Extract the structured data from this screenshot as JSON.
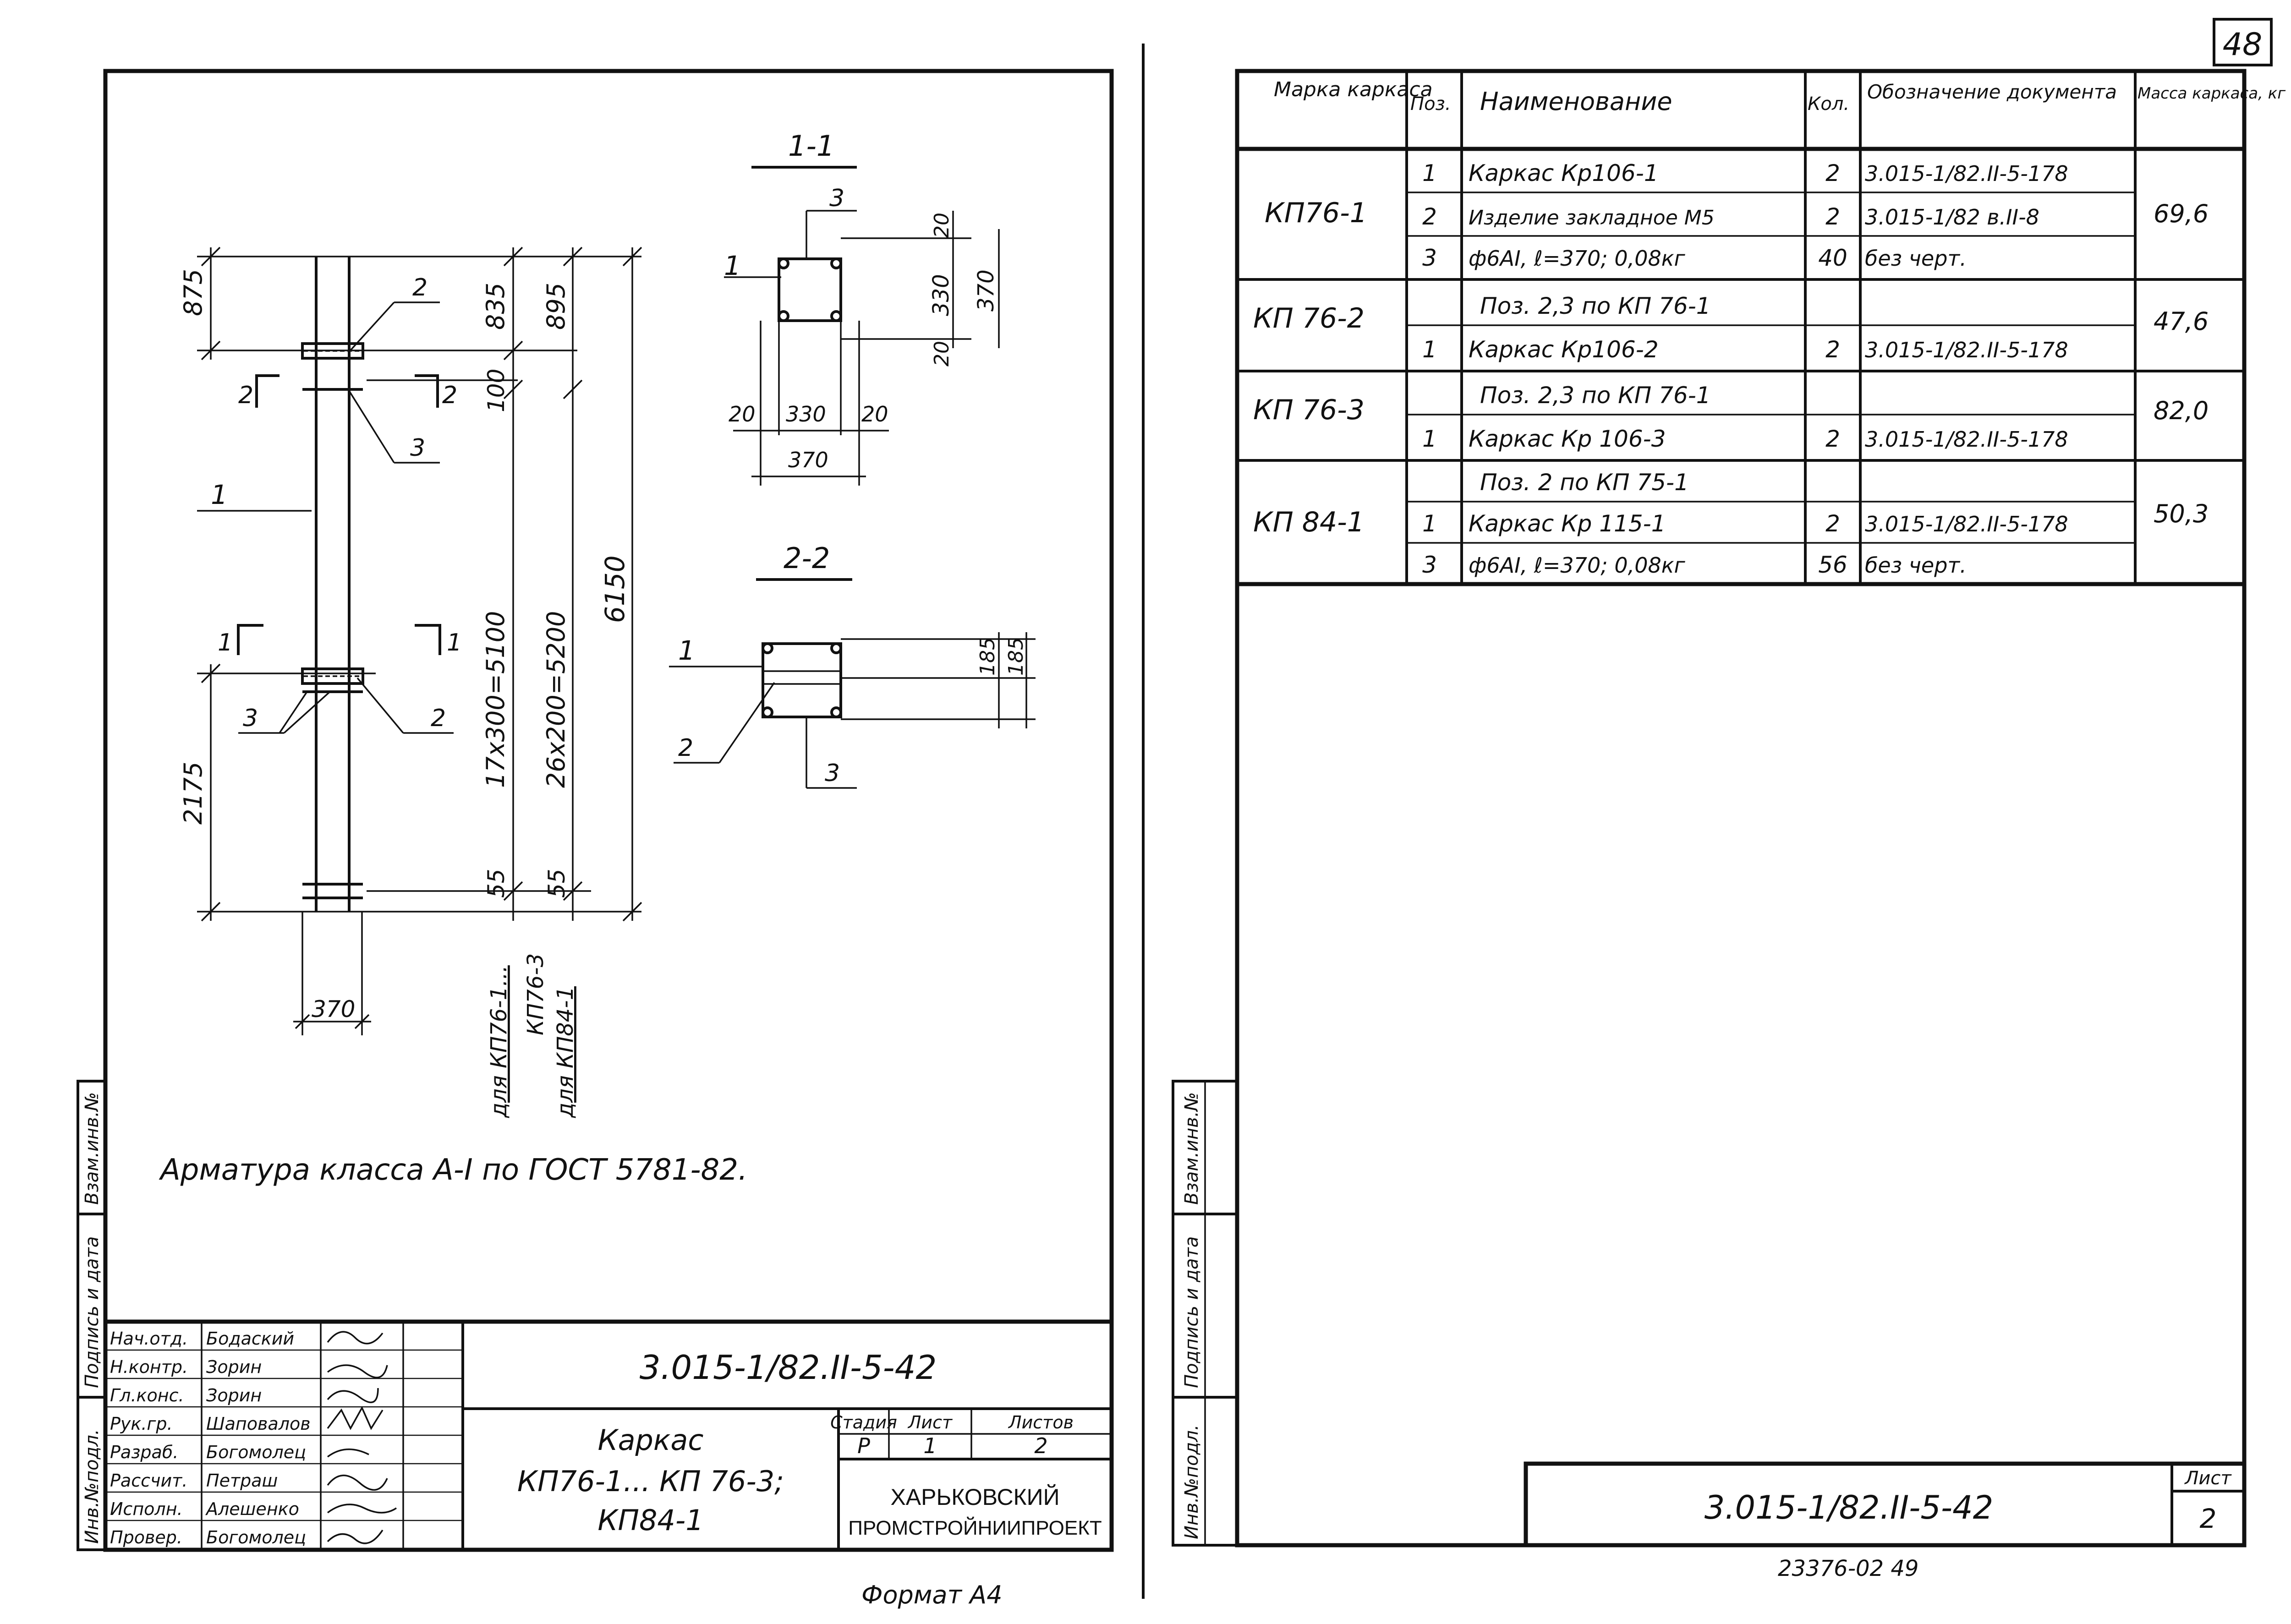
{
  "page_number_top": "48",
  "left_sheet": {
    "section_1_label": "1-1",
    "section_2_label": "2-2",
    "elevation": {
      "dims_left": [
        "875",
        "2175"
      ],
      "dims_right_1": [
        "835",
        "100",
        "17x300=5100",
        "55"
      ],
      "dims_right_2": [
        "895",
        "26x200=5200",
        "55"
      ],
      "dim_total": "6150",
      "dim_bottom": "370",
      "callouts": [
        "2",
        "2",
        "3",
        "1",
        "3",
        "2"
      ],
      "section_marks": [
        "2",
        "2",
        "1",
        "1"
      ],
      "variant_labels": [
        "для КП76-1...",
        "КП76-3",
        "для КП84-1"
      ]
    },
    "section_1": {
      "dims_top": [
        "3",
        "20"
      ],
      "dims_right": [
        "330",
        "370",
        "20"
      ],
      "dims_bottom": [
        "20",
        "330",
        "20",
        "370"
      ],
      "callout": "1"
    },
    "section_2": {
      "dims_right": [
        "185",
        "185"
      ],
      "callouts": [
        "1",
        "2",
        "3"
      ]
    },
    "note": "Арматура класса А-I по ГОСТ 5781-82.",
    "side_stamp": [
      "Инв.№подл.",
      "Подпись и дата",
      "Взам.инв.№"
    ],
    "title_block": {
      "roles": [
        "Нач.отд.",
        "Н.контр.",
        "Гл.конс.",
        "Рук.гр.",
        "Разраб.",
        "Рассчит.",
        "Исполн.",
        "Провер."
      ],
      "names": [
        "Бодаский",
        "Зорин",
        "Зорин",
        "Шаповалов",
        "Богомолец",
        "Петраш",
        "Алешенко",
        "Богомолец"
      ],
      "designation": "3.015-1/82.II-5-42",
      "title_line1": "Каркас",
      "title_line2": "КП76-1... КП 76-3;",
      "title_line3": "КП84-1",
      "hdr_stage": "Стадия",
      "hdr_sheet": "Лист",
      "hdr_sheets": "Листов",
      "val_stage": "Р",
      "val_sheet": "1",
      "val_sheets": "2",
      "org_line1": "ХАРЬКОВСКИЙ",
      "org_line2": "ПРОМСТРОЙНИИПРОЕКТ"
    },
    "format_note": "Формат А4"
  },
  "right_sheet": {
    "table": {
      "headers": [
        "Марка каркаса",
        "Поз.",
        "Наименование",
        "Кол.",
        "Обозначение документа",
        "Масса каркаса, кг"
      ],
      "groups": [
        {
          "mark": "КП76-1",
          "mass": "69,6",
          "rows": [
            {
              "pos": "1",
              "name": "Каркас     Кр106-1",
              "qty": "2",
              "doc": "3.015-1/82.II-5-178"
            },
            {
              "pos": "2",
              "name": "Изделие закладное М5",
              "qty": "2",
              "doc": "3.015-1/82 в.II-8"
            },
            {
              "pos": "3",
              "name": "ф6АI, ℓ=370; 0,08кг",
              "qty": "40",
              "doc": "без черт."
            }
          ]
        },
        {
          "mark": "КП 76-2",
          "mass": "47,6",
          "rows": [
            {
              "pos": "",
              "name": "Поз. 2,3 по КП 76-1",
              "qty": "",
              "doc": ""
            },
            {
              "pos": "1",
              "name": "Каркас     Кр106-2",
              "qty": "2",
              "doc": "3.015-1/82.II-5-178"
            }
          ]
        },
        {
          "mark": "КП 76-3",
          "mass": "82,0",
          "rows": [
            {
              "pos": "",
              "name": "Поз. 2,3 по КП 76-1",
              "qty": "",
              "doc": ""
            },
            {
              "pos": "1",
              "name": "Каркас     Кр 106-3",
              "qty": "2",
              "doc": "3.015-1/82.II-5-178"
            }
          ]
        },
        {
          "mark": "КП 84-1",
          "mass": "50,3",
          "rows": [
            {
              "pos": "",
              "name": "Поз. 2  по  КП 75-1",
              "qty": "",
              "doc": ""
            },
            {
              "pos": "1",
              "name": "Каркас     Кр 115-1",
              "qty": "2",
              "doc": "3.015-1/82.II-5-178"
            },
            {
              "pos": "3",
              "name": "ф6АI, ℓ=370; 0,08кг",
              "qty": "56",
              "doc": "без черт."
            }
          ]
        }
      ]
    },
    "side_stamp": [
      "Инв.№подл.",
      "Подпись и дата",
      "Взам.инв.№"
    ],
    "bottom_designation": "3.015-1/82.II-5-42",
    "sheet_label": "Лист",
    "sheet_number": "2",
    "footer_code": "23376-02  49"
  }
}
